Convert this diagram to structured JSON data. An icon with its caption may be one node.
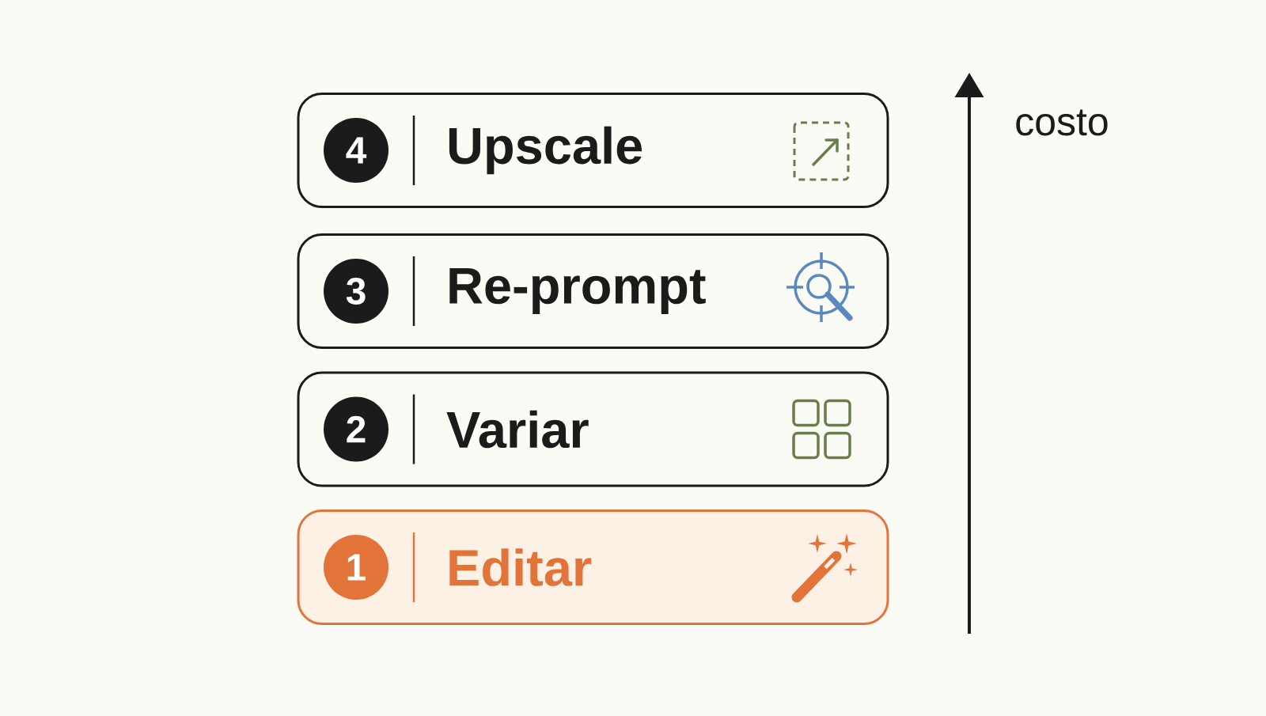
{
  "diagram": {
    "nodes": [
      {
        "text": [
          "Upscale"
        ]
      },
      {
        "text": [
          "4"
        ],
        "in": 0
      },
      {
        "text": [
          "Re-prompt"
        ]
      },
      {
        "text": [
          "3"
        ],
        "in": 2
      },
      {
        "text": [
          "Variar"
        ]
      },
      {
        "text": [
          "2"
        ],
        "in": 4
      },
      {
        "text": [
          "Editar"
        ]
      },
      {
        "text": [
          "1"
        ],
        "in": 6
      }
    ],
    "labels": [
      "costo"
    ]
  }
}
